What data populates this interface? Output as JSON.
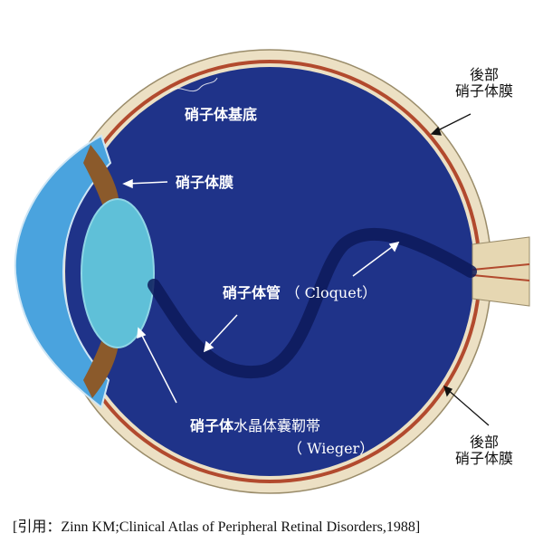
{
  "colors": {
    "vitreous": "#1f3389",
    "vitreous_edge": "#182a78",
    "retina": "#ece0c4",
    "choroid": "#b24a2e",
    "cornea": "#4aa3de",
    "lens": "#5fc0d8",
    "ciliary": "#8b5a2b",
    "canal": "#0d1a5a",
    "label_light": "#ffffff",
    "label_dark": "#111111"
  },
  "labels": {
    "vitreous_base": "硝子体基底",
    "vitreous_membrane": "硝子体膜",
    "cloquet_canal": "硝子体管",
    "cloquet_name": "（ Cloquet）",
    "zonule_main": "硝子体",
    "zonule_rest": "水晶体嚢靭帯",
    "wieger": "（ Wieger）",
    "posterior_top_line1": "後部",
    "posterior_top_line2": "硝子体膜",
    "posterior_bottom_line1": "後部",
    "posterior_bottom_line2": "硝子体膜"
  },
  "citation": "[引用：Zinn KM;Clinical Atlas of Peripheral Retinal Disorders,1988]"
}
